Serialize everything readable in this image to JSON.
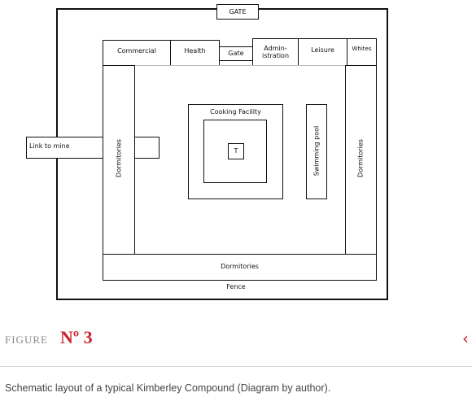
{
  "diagram": {
    "gate_top": "GATE",
    "commercial": "Commercial",
    "health": "Health",
    "gate_inner": "Gate",
    "administration_line1": "Admin-",
    "administration_line2": "istration",
    "leisure": "Leisure",
    "whites": "Whites",
    "link_to_mine": "Link to mine",
    "dormitories_left": "Dormitories",
    "cooking_facility": "Cooking Facility",
    "t_label": "T",
    "swimming_pool": "Swimming pool",
    "dormitories_right": "Dormitories",
    "dormitories_bottom": "Dormitories",
    "fence": "Fence"
  },
  "figure": {
    "word": "FIGURE",
    "number": "Nº 3",
    "caption": "Schematic layout of a typical Kimberley Compound (Diagram by author).",
    "nav_icon": "chevron-left-icon",
    "accent_color": "#c8232c"
  }
}
